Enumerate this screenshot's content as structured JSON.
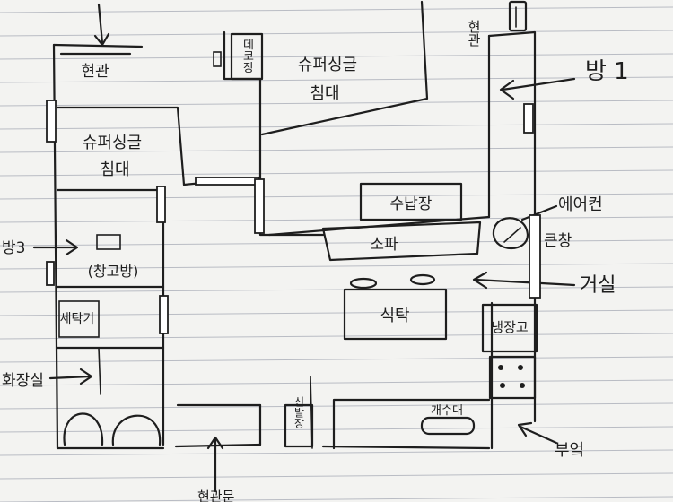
{
  "paper_color": "#f3f3f1",
  "ink_color": "#1e1e1e",
  "rule_color": "#b9bcc4",
  "labels": {
    "hallway_top": "현관",
    "display_shelf": "데코장",
    "super_single_bed_1": "슈퍼싱글",
    "bed_1": "침대",
    "hallway_right": "현관",
    "room1": "방 1",
    "super_single_bed_2": "슈퍼싱글",
    "bed_2": "침대",
    "storage_cabinet": "수납장",
    "aircon": "에어컨",
    "sofa": "소파",
    "terrace_window": "큰창",
    "room3": "방3",
    "storage_room": "(창고방)",
    "living_room": "거실",
    "dining_table": "식탁",
    "washing_machine": "세탁기",
    "fridge": "냉장고",
    "bathroom": "화장실",
    "shoe_cabinet": "신발장",
    "sink": "개수대",
    "kitchen": "부엌",
    "entrance": "현관문"
  }
}
